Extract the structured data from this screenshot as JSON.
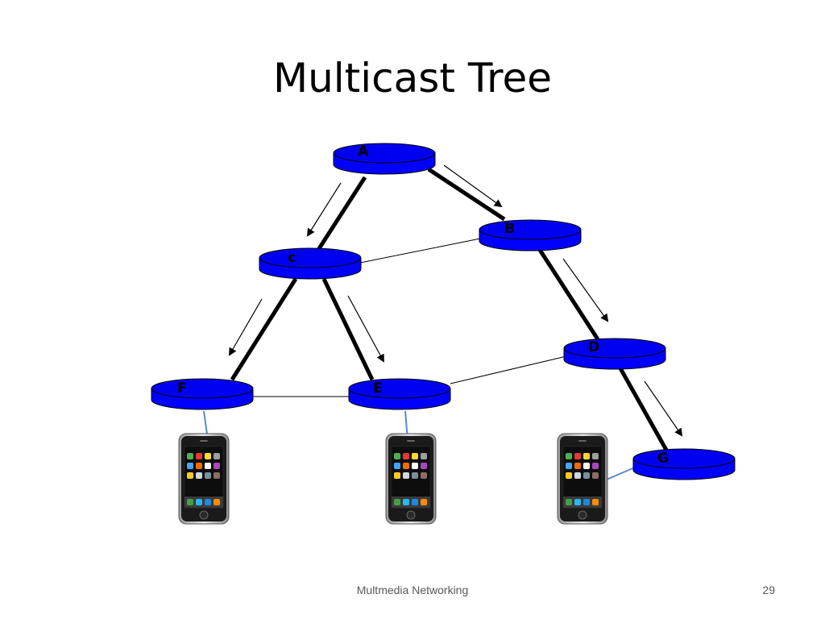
{
  "slide": {
    "title": "Multicast Tree",
    "footer": "Multmedia Networking",
    "page_number": "29"
  },
  "colors": {
    "router_fill": "#0000ff",
    "router_top": "#0000ee",
    "tree_edge": "#000000",
    "link_edge": "#000000",
    "phone_link": "#5b8bc4"
  },
  "nodes": {
    "A": {
      "label": "A"
    },
    "B": {
      "label": "B"
    },
    "C": {
      "label": "c"
    },
    "D": {
      "label": "D"
    },
    "E": {
      "label": "E"
    },
    "F": {
      "label": "F"
    },
    "G": {
      "label": "G"
    }
  },
  "tree_edges": [
    [
      "A",
      "C"
    ],
    [
      "A",
      "B"
    ],
    [
      "C",
      "F"
    ],
    [
      "C",
      "E"
    ],
    [
      "B",
      "D"
    ],
    [
      "D",
      "G"
    ]
  ],
  "non_tree_edges": [
    [
      "C",
      "B"
    ],
    [
      "F",
      "E"
    ],
    [
      "E",
      "D"
    ]
  ],
  "flow_arrows": [
    [
      "A",
      "C"
    ],
    [
      "A",
      "B"
    ],
    [
      "C",
      "F"
    ],
    [
      "C",
      "E"
    ],
    [
      "B",
      "D"
    ],
    [
      "D",
      "G"
    ]
  ],
  "hosts": [
    {
      "name": "phone-under-f",
      "attached_to": "F"
    },
    {
      "name": "phone-under-e",
      "attached_to": "E"
    },
    {
      "name": "phone-near-g",
      "attached_to": "G"
    }
  ]
}
